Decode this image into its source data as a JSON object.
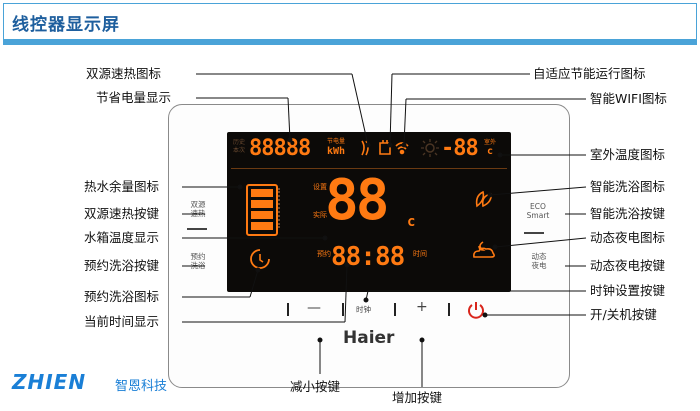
{
  "header": {
    "title": "线控器显示屏"
  },
  "labels_left": {
    "dual_fast_icon": "双源速热图标",
    "energy_display": "节省电量显示",
    "hot_water_icon": "热水余量图标",
    "dual_fast_button": "双源速热按键",
    "tank_temp": "水箱温度显示",
    "reserve_button": "预约洗浴按键",
    "reserve_icon": "预约洗浴图标",
    "time_display": "当前时间显示"
  },
  "labels_right": {
    "adaptive_icon": "自适应节能运行图标",
    "wifi_icon": "智能WIFI图标",
    "outdoor_temp_icon": "室外温度图标",
    "smart_bath_icon": "智能洗浴图标",
    "smart_bath_button": "智能洗浴按键",
    "night_power_icon": "动态夜电图标",
    "night_power_button": "动态夜电按键",
    "clock_button": "时钟设置按键",
    "power_button": "开/关机按键"
  },
  "labels_bottom": {
    "decrease_button": "减小按键",
    "increase_button": "增加按键"
  },
  "screen": {
    "energy_digits": "88888",
    "energy_tag": "节电量",
    "energy_unit": "kWh",
    "left_top_tag": "历史",
    "left_top_tag2": "本次",
    "outdoor_digits": "-88",
    "outdoor_tag": "室外",
    "outdoor_unit": "c",
    "main_digits": "88",
    "temp_unit": "c",
    "side_tag_set": "设置",
    "side_tag_real": "实际",
    "time_digits": "88:88",
    "time_tag_left": "预约",
    "time_tag_right": "时间"
  },
  "device": {
    "btn_dual_line1": "双源",
    "btn_dual_line2": "速热",
    "btn_reserve_line1": "预约",
    "btn_reserve_line2": "洗浴",
    "btn_eco_line1": "ECO",
    "btn_eco_line2": "Smart",
    "btn_night_line1": "动态",
    "btn_night_line2": "夜电",
    "minus": "—",
    "plus": "+",
    "clock_label": "时钟",
    "brand": "Haier"
  },
  "watermark": {
    "en": "ZHIEN",
    "cn": "智恩科技"
  },
  "colors": {
    "accent": "#ff7a12",
    "screen": "#0c0a08",
    "header": "#4aa3d8"
  }
}
